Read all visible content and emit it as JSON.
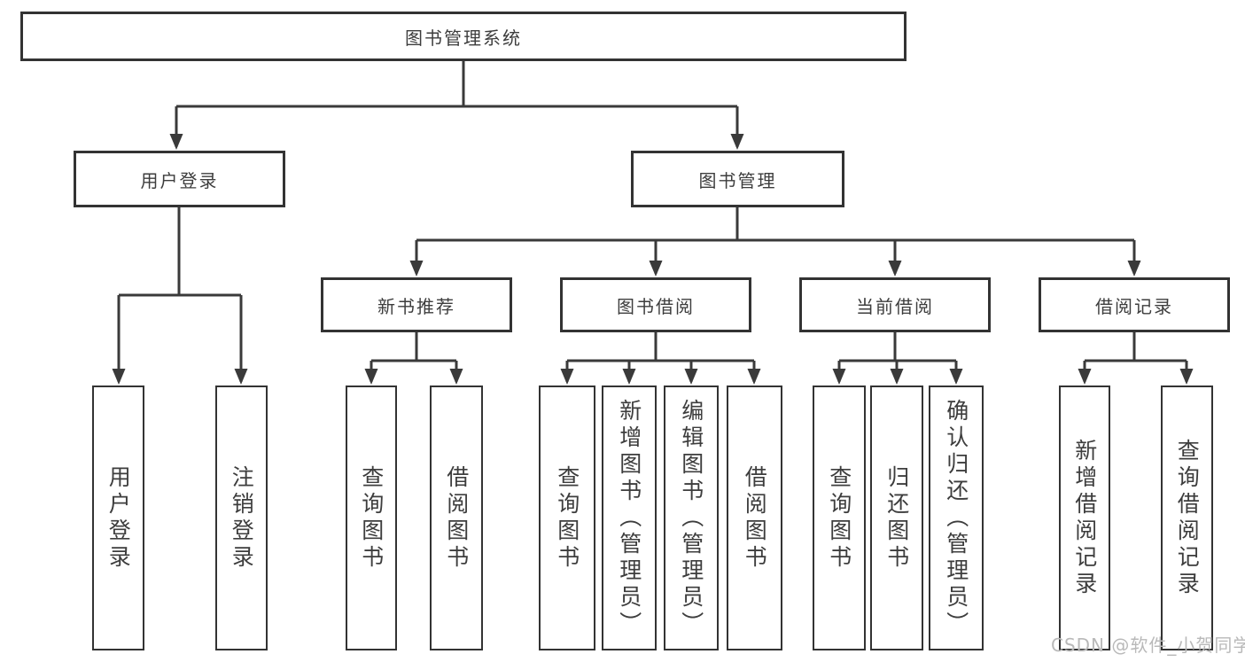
{
  "diagram_title": "图书管理系统",
  "nodes": {
    "root": "图书管理系统",
    "user_login": "用户登录",
    "book_mgmt": "图书管理",
    "new_books": "新书推荐",
    "book_borrow": "图书借阅",
    "current_borrow": "当前借阅",
    "borrow_records": "借阅记录",
    "ul_login": "用户登录",
    "ul_logout": "注销登录",
    "nb_query": "查询图书",
    "nb_borrow": "借阅图书",
    "bb_query": "查询图书",
    "bb_add": "新增图书（管理员）",
    "bb_edit": "编辑图书（管理员）",
    "bb_borrow": "借阅图书",
    "cb_query": "查询图书",
    "cb_return": "归还图书",
    "cb_confirm": "确认归还（管理员）",
    "br_add": "新增借阅记录",
    "br_query": "查询借阅记录"
  },
  "watermark": {
    "text": "CSDN @软件_小贺同学"
  },
  "colors": {
    "line": "#3a3a3a",
    "border": "#333333",
    "text": "#3d3d3d",
    "background": "#ffffff",
    "watermark": "#b9b9b9"
  }
}
